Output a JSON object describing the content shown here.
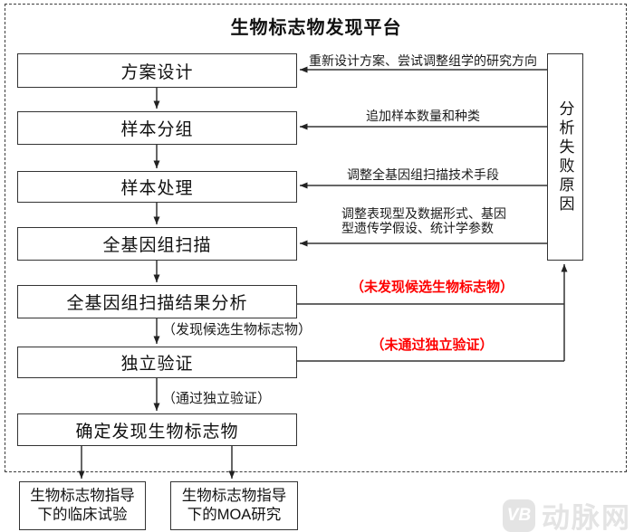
{
  "title": "生物标志物发现平台",
  "flow": {
    "steps": [
      {
        "label": "方案设计"
      },
      {
        "label": "样本分组"
      },
      {
        "label": "样本处理"
      },
      {
        "label": "全基因组扫描"
      },
      {
        "label": "全基因组扫描结果分析"
      },
      {
        "label": "独立验证"
      },
      {
        "label": "确定发现生物标志物"
      }
    ],
    "transition_labels": {
      "candidate_found": "（发现候选生物标志物）",
      "validation_passed": "（通过独立验证）"
    },
    "failure_labels": {
      "candidate_not_found": "（未发现候选生物标志物）",
      "validation_failed": "（未通过独立验证）"
    },
    "outputs": [
      {
        "label": "生物标志物指导\n下的临床试验"
      },
      {
        "label": "生物标志物指导\n下的MOA研究"
      }
    ]
  },
  "failure_analysis": {
    "label": "分析失败原因",
    "remedies": [
      "重新设计方案、尝试调整组学的研究方向",
      "追加样本数量和种类",
      "调整全基因组扫描技术手段",
      "调整表现型及数据形式、基因\n型遗传学假设、统计学参数"
    ]
  },
  "watermark": {
    "badge": "VB",
    "name": "动脉网"
  },
  "colors": {
    "line": "#333333",
    "alert": "#fe0000",
    "watermark": "#e4e4e4"
  }
}
